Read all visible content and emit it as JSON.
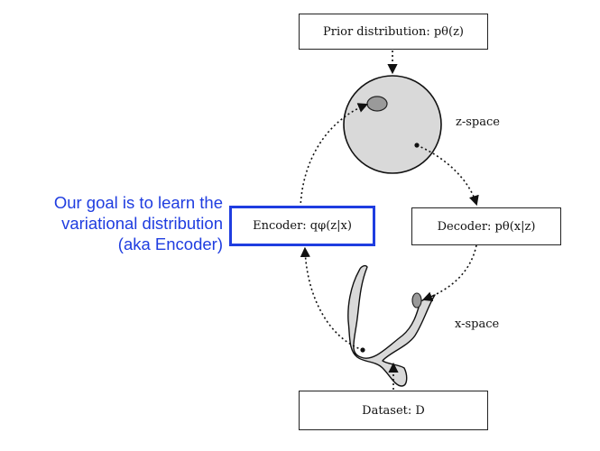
{
  "nodes": {
    "prior": "Prior distribution: pθ(z)",
    "encoder": "Encoder: qφ(z|x)",
    "decoder": "Decoder: pθ(x|z)",
    "dataset": "Dataset: D"
  },
  "spaces": {
    "z": "z-space",
    "x": "x-space"
  },
  "annotation": {
    "lines": [
      "Our goal is to learn the",
      "variational distribution",
      "(aka Encoder)"
    ],
    "color": "#1f3de0"
  }
}
